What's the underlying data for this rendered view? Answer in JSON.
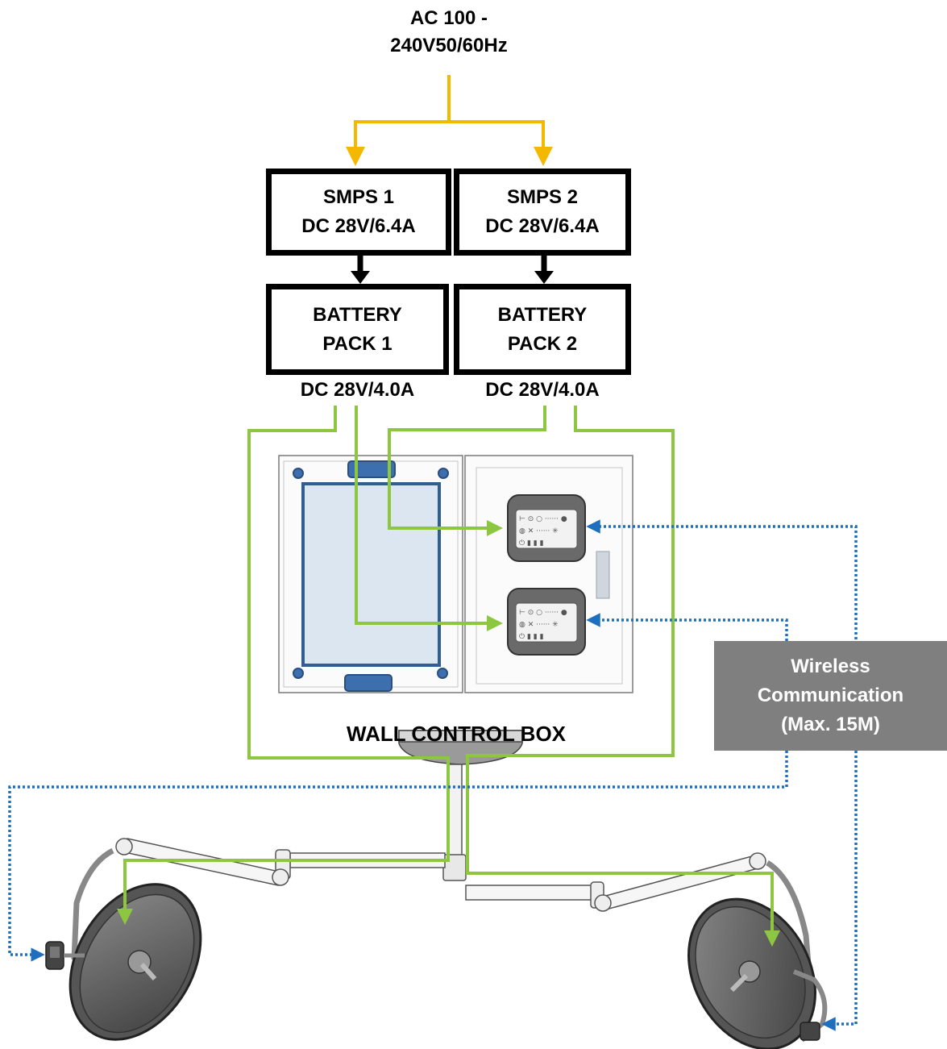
{
  "power_input": {
    "line1": "AC 100 -",
    "line2": "240V50/60Hz"
  },
  "smps": [
    {
      "name": "SMPS 1",
      "spec": "DC 28V/6.4A"
    },
    {
      "name": "SMPS 2",
      "spec": "DC 28V/6.4A"
    }
  ],
  "battery": [
    {
      "line1": "BATTERY",
      "line2": "PACK 1",
      "output": "DC 28V/4.0A"
    },
    {
      "line1": "BATTERY",
      "line2": "PACK 2",
      "output": "DC 28V/4.0A"
    }
  ],
  "wall_box_label": "WALL CONTROL BOX",
  "wireless": {
    "line1": "Wireless",
    "line2": "Communication",
    "line3": "(Max. 15M)"
  },
  "colors": {
    "ac": "#f5b800",
    "dc": "#8dc63f",
    "wireless": "#1f6fbf",
    "box_border": "#000000",
    "wireless_box": "#7f7f7f"
  }
}
